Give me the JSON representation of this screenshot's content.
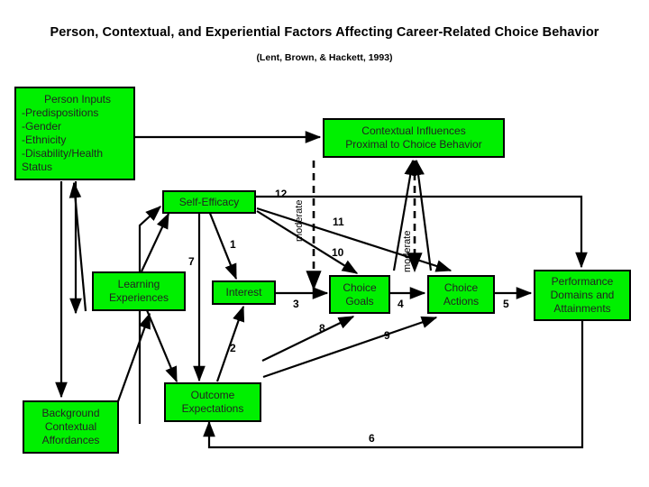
{
  "header": {
    "title": "Person, Contextual, and Experiential Factors Affecting Career-Related Choice Behavior",
    "subtitle": "(Lent, Brown, & Hackett, 1993)"
  },
  "theme": {
    "node_fill": "#00f000",
    "node_border": "#000000",
    "background": "#ffffff",
    "text": "#222222"
  },
  "nodes": [
    {
      "id": "person-inputs",
      "lines": [
        "Person Inputs",
        "-Predispositions",
        "-Gender",
        "-Ethnicity",
        "-Disability/Health",
        " Status"
      ]
    },
    {
      "id": "contextual-influences",
      "lines": [
        "Contextual Influences",
        "Proximal to Choice Behavior"
      ]
    },
    {
      "id": "self-efficacy",
      "lines": [
        "Self-Efficacy"
      ]
    },
    {
      "id": "learning-experiences",
      "lines": [
        "Learning",
        "Experiences"
      ]
    },
    {
      "id": "interest",
      "lines": [
        "Interest"
      ]
    },
    {
      "id": "choice-goals",
      "lines": [
        "Choice",
        "Goals"
      ]
    },
    {
      "id": "choice-actions",
      "lines": [
        "Choice",
        "Actions"
      ]
    },
    {
      "id": "performance-domains",
      "lines": [
        "Performance",
        "Domains and",
        "Attainments"
      ]
    },
    {
      "id": "outcome-expectations",
      "lines": [
        "Outcome",
        "Expectations"
      ]
    },
    {
      "id": "background-affordances",
      "lines": [
        "Background",
        "Contextual",
        "Affordances"
      ]
    }
  ],
  "path_labels": [
    {
      "id": "path-1",
      "text": "1"
    },
    {
      "id": "path-2",
      "text": "2"
    },
    {
      "id": "path-3",
      "text": "3"
    },
    {
      "id": "path-4",
      "text": "4"
    },
    {
      "id": "path-5",
      "text": "5"
    },
    {
      "id": "path-6",
      "text": "6"
    },
    {
      "id": "path-7",
      "text": "7"
    },
    {
      "id": "path-8",
      "text": "8"
    },
    {
      "id": "path-9",
      "text": "9"
    },
    {
      "id": "path-10",
      "text": "10"
    },
    {
      "id": "path-11",
      "text": "11"
    },
    {
      "id": "path-12",
      "text": "12"
    }
  ],
  "moderator_labels": [
    {
      "id": "moderate-left",
      "text": "moderate"
    },
    {
      "id": "moderate-right",
      "text": "moderate"
    }
  ]
}
